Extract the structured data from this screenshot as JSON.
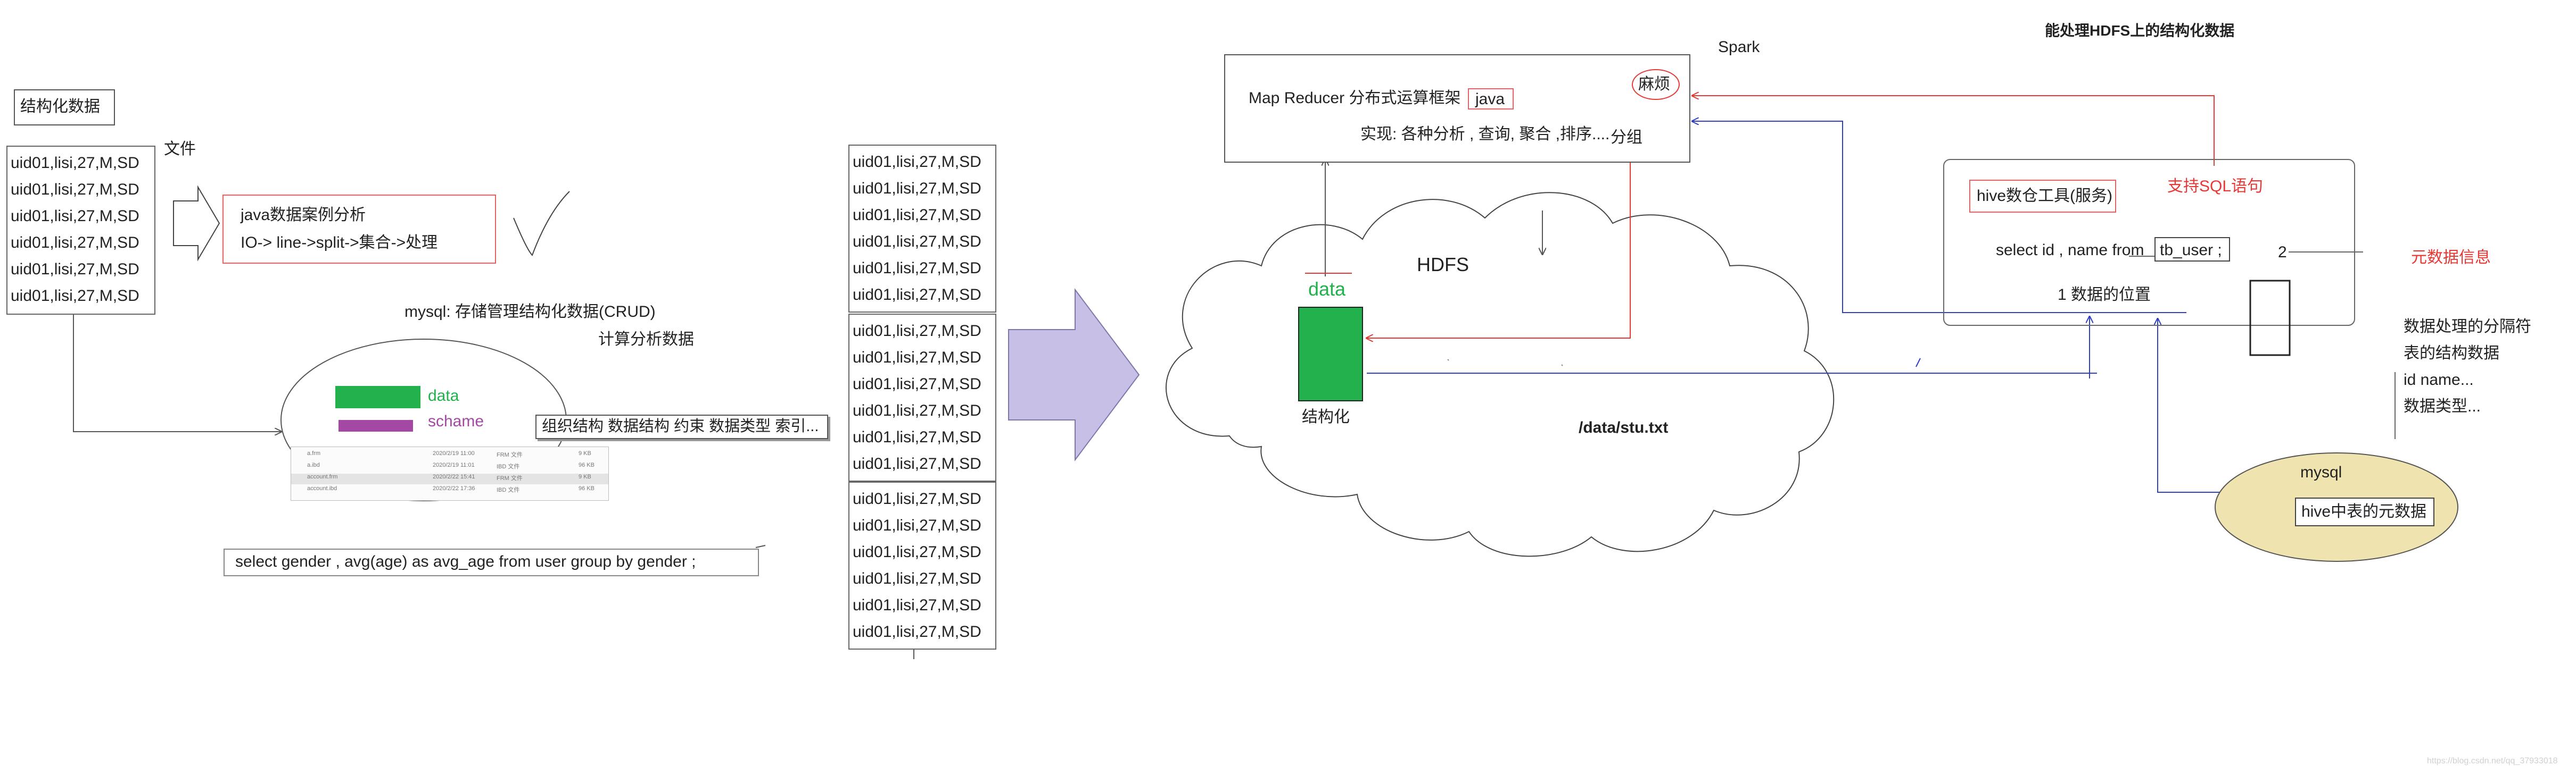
{
  "left": {
    "title": "结构化数据",
    "file_label": "文件",
    "rows": [
      "uid01,lisi,27,M,SD",
      "uid01,lisi,27,M,SD",
      "uid01,lisi,27,M,SD",
      "uid01,lisi,27,M,SD",
      "uid01,lisi,27,M,SD",
      "uid01,lisi,27,M,SD"
    ],
    "java_line1": "java数据案例分析",
    "java_line2": "IO-> line->split->集合->处理",
    "mysql_title": "mysql: 存储管理结构化数据(CRUD)",
    "mysql_sub": "计算分析数据",
    "data_label": "data",
    "schame_label": "schame",
    "org_label": "组织结构 数据结构 约束 数据类型 索引...",
    "sql": "select  gender , avg(age) as avg_age from user  group by gender  ;",
    "thumb_rows": [
      {
        "name": "a.frm",
        "date": "2020/2/19 11:00",
        "type": "FRM 文件",
        "size": "9 KB"
      },
      {
        "name": "a.ibd",
        "date": "2020/2/19 11:01",
        "type": "IBD 文件",
        "size": "96 KB"
      },
      {
        "name": "account.frm",
        "date": "2020/2/22 15:41",
        "type": "FRM 文件",
        "size": "9 KB"
      },
      {
        "name": "account.ibd",
        "date": "2020/2/22 17:36",
        "type": "IBD 文件",
        "size": "96 KB"
      }
    ]
  },
  "middle": {
    "blocks": [
      [
        "uid01,lisi,27,M,SD",
        "uid01,lisi,27,M,SD",
        "uid01,lisi,27,M,SD",
        "uid01,lisi,27,M,SD",
        "uid01,lisi,27,M,SD",
        "uid01,lisi,27,M,SD"
      ],
      [
        "uid01,lisi,27,M,SD",
        "uid01,lisi,27,M,SD",
        "uid01,lisi,27,M,SD",
        "uid01,lisi,27,M,SD",
        "uid01,lisi,27,M,SD",
        "uid01,lisi,27,M,SD"
      ],
      [
        "uid01,lisi,27,M,SD",
        "uid01,lisi,27,M,SD",
        "uid01,lisi,27,M,SD",
        "uid01,lisi,27,M,SD",
        "uid01,lisi,27,M,SD",
        "uid01,lisi,27,M,SD"
      ]
    ]
  },
  "hdfs": {
    "spark": "Spark",
    "mr_title": "Map Reducer 分布式运算框架",
    "java_tag": "java",
    "trouble": "麻烦",
    "mr_sub": "实现: 各种分析 , 查询, 聚合 ,排序....",
    "group": "分组",
    "hdfs_label": "HDFS",
    "data_label": "data",
    "struct_label": "结构化",
    "path": "/data/stu.txt"
  },
  "hive": {
    "top_note": "能处理HDFS上的结构化数据",
    "tool": "hive数仓工具(服务)",
    "sql_support": "支持SQL语句",
    "query_prefix": "select id , name from",
    "table": "tb_user ;",
    "num2": "2",
    "position": "1 数据的位置",
    "meta_title": "元数据信息",
    "meta_items": [
      "数据处理的分隔符",
      "表的结构数据",
      "id   name...",
      "数据类型..."
    ],
    "mysql": "mysql",
    "mysql_meta": "hive中表的元数据"
  },
  "colors": {
    "green": "#22b14c",
    "purple": "#a349a4",
    "lavender": "#c8bfe7",
    "red": "#e53935",
    "blue": "#2f3fbf",
    "ellipse_fill": "#efe4b0"
  },
  "watermark": "https://blog.csdn.net/qq_37933018"
}
